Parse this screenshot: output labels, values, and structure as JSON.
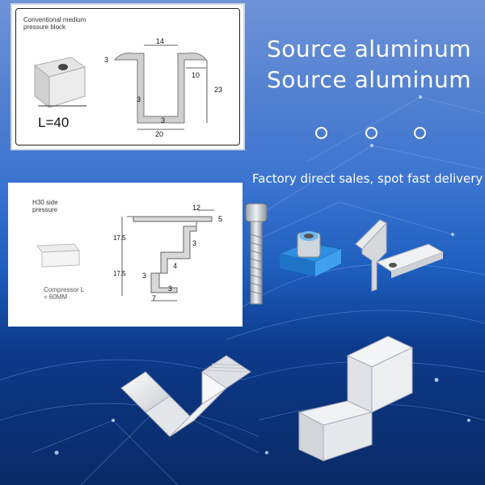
{
  "headline": {
    "line1": "Source aluminum",
    "line2": "Source aluminum"
  },
  "tagline": "Factory direct sales, spot fast delivery",
  "indicator_dots": 3,
  "panel1": {
    "label_line1": "Conventional medium",
    "label_line2": "pressure block",
    "length_label": "L=40",
    "dims": {
      "top": "14",
      "left": "3",
      "right_flange": "10",
      "height": "23",
      "wall_left": "3",
      "wall_bottom": "3",
      "bottom": "20"
    }
  },
  "panel2": {
    "label_line1": "H30 side",
    "label_line2": "pressure",
    "caption_line1": "Compressor L",
    "caption_line2": "= 60MM",
    "dims": {
      "top": "12",
      "top_right": "5",
      "upper_height": "17.5",
      "upper_wall": "3",
      "mid": "4",
      "lower_height": "17.5",
      "lower_wall": "3",
      "foot_wall": "3",
      "foot": "7"
    }
  },
  "colors": {
    "bg_top": "#6f93d8",
    "bg_bottom": "#0a2a66",
    "text": "#ffffff",
    "accent_blue": "#2f8fe0"
  }
}
